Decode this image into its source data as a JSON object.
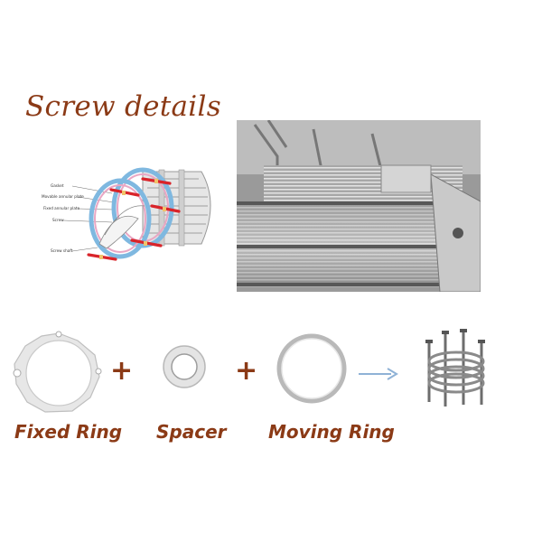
{
  "title": "Screw details",
  "diagram": {
    "labels": [
      "Gasket",
      "Movable annular plate",
      "Fixed annular plate",
      "Screw",
      "Screw shaft"
    ]
  },
  "parts": {
    "fixed_ring": "Fixed Ring",
    "spacer": "Spacer",
    "moving_ring": "Moving Ring"
  },
  "operators": {
    "plus": "+"
  },
  "colors": {
    "title": "#8b3a16",
    "arrow": "#8fb2d6"
  }
}
